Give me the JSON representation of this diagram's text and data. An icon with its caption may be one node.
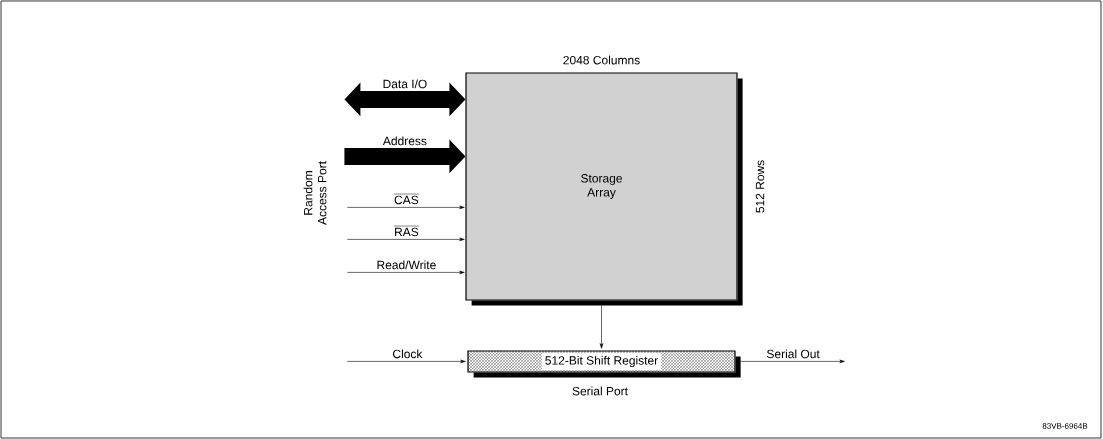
{
  "diagram": {
    "nodes": [
      {
        "text": [
          "Storage Array"
        ],
        "beside": [
          "2048 Columns",
          "512 Rows"
        ]
      },
      {
        "text": [
          "512-Bit Shift Register"
        ],
        "beside": [
          "Serial Port"
        ]
      }
    ],
    "edges": [
      {
        "from": null,
        "to": 0,
        "arrow": "both",
        "label": "Data I/O",
        "style": "thick"
      },
      {
        "from": null,
        "to": 0,
        "arrow": "to",
        "label": "Address",
        "style": "thick"
      },
      {
        "from": null,
        "to": 0,
        "arrow": "to",
        "label": "\\overline{\\text{CAS}}"
      },
      {
        "from": null,
        "to": 0,
        "arrow": "to",
        "label": "\\overline{\\text{RAS}}"
      },
      {
        "from": null,
        "to": 0,
        "arrow": "to",
        "label": "Read/Write"
      },
      {
        "from": 0,
        "to": 1,
        "arrow": "to"
      },
      {
        "from": null,
        "to": 1,
        "arrow": "to",
        "label": "Clock"
      },
      {
        "from": 1,
        "to": null,
        "arrow": "to",
        "label": "Serial Out"
      }
    ],
    "labels": [
      "Random Access Port",
      "83VB-6964B"
    ]
  }
}
